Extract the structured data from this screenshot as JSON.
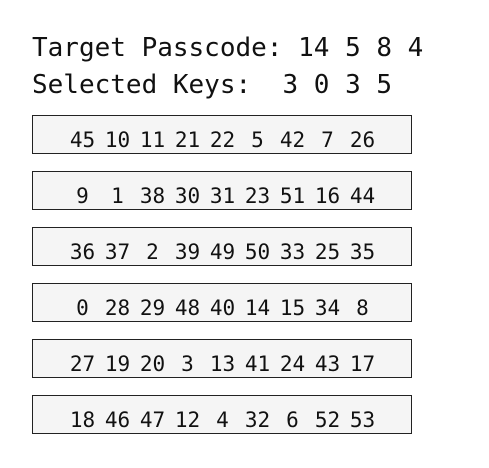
{
  "header": {
    "target_label": "Target Passcode:",
    "target_code": "14 5 8 4",
    "selected_label": "Selected Keys:",
    "selected_keys": "3 0 3 5"
  },
  "keypad": {
    "rows": [
      [
        "45",
        "10",
        "11",
        "21",
        "22",
        "5",
        "42",
        "7",
        "26"
      ],
      [
        "9",
        "1",
        "38",
        "30",
        "31",
        "23",
        "51",
        "16",
        "44"
      ],
      [
        "36",
        "37",
        "2",
        "39",
        "49",
        "50",
        "33",
        "25",
        "35"
      ],
      [
        "0",
        "28",
        "29",
        "48",
        "40",
        "14",
        "15",
        "34",
        "8"
      ],
      [
        "27",
        "19",
        "20",
        "3",
        "13",
        "41",
        "24",
        "43",
        "17"
      ],
      [
        "18",
        "46",
        "47",
        "12",
        "4",
        "32",
        "6",
        "52",
        "53"
      ]
    ]
  }
}
